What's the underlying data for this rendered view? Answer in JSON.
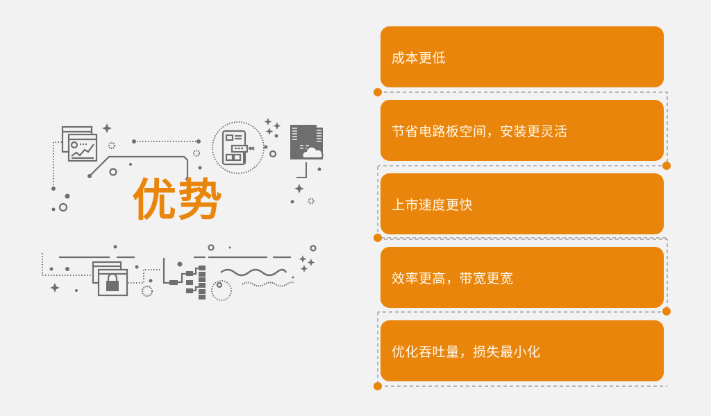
{
  "title": "优势",
  "colors": {
    "accent": "#e8850a",
    "background": "#f2f2f2",
    "illustration_gray": "#6e6e6e",
    "connector_gray": "#a0a0a0",
    "card_text": "#fff6ea"
  },
  "advantages": [
    {
      "label": "成本更低"
    },
    {
      "label": "节省电路板空间，安装更灵活"
    },
    {
      "label": "上市速度更快"
    },
    {
      "label": "效率更高，带宽更宽"
    },
    {
      "label": "优化吞吐量，损失最小化"
    }
  ],
  "illustration_icons": [
    "analytics-window-icon",
    "mobile-app-circle-icon",
    "cloud-server-building-icon",
    "locked-window-icon",
    "network-tree-icon",
    "sparkle-icon",
    "wave-line-icon"
  ]
}
